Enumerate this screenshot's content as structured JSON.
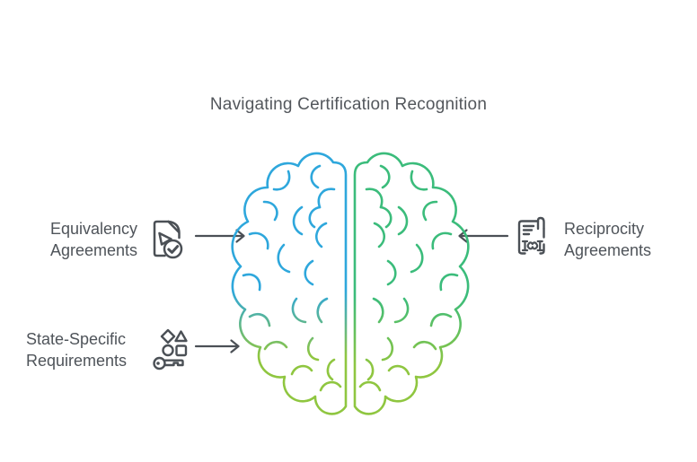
{
  "title": "Navigating Certification Recognition",
  "nodes": [
    {
      "id": "equivalency",
      "label_line1": "Equivalency",
      "label_line2": "Agreements",
      "icon": "document-check-icon",
      "side": "left",
      "arrow_direction": "right"
    },
    {
      "id": "reciprocity",
      "label_line1": "Reciprocity",
      "label_line2": "Agreements",
      "icon": "contract-handshake-icon",
      "side": "right",
      "arrow_direction": "left"
    },
    {
      "id": "state_specific",
      "label_line1": "State-Specific",
      "label_line2": "Requirements",
      "icon": "key-shapes-icon",
      "side": "left",
      "arrow_direction": "right"
    }
  ],
  "center_illustration": {
    "type": "brain-top-view-outline",
    "left_hemisphere_colors": [
      "#2EA7DC",
      "#8FC640"
    ],
    "right_hemisphere_colors": [
      "#3BBC7B",
      "#8FC640"
    ]
  },
  "colors": {
    "brain_blue": "#2EA7DC",
    "brain_green": "#3BBC7B",
    "brain_lime": "#8FC640",
    "text_gray": "#53575C",
    "icon_gray": "#4B5056"
  }
}
